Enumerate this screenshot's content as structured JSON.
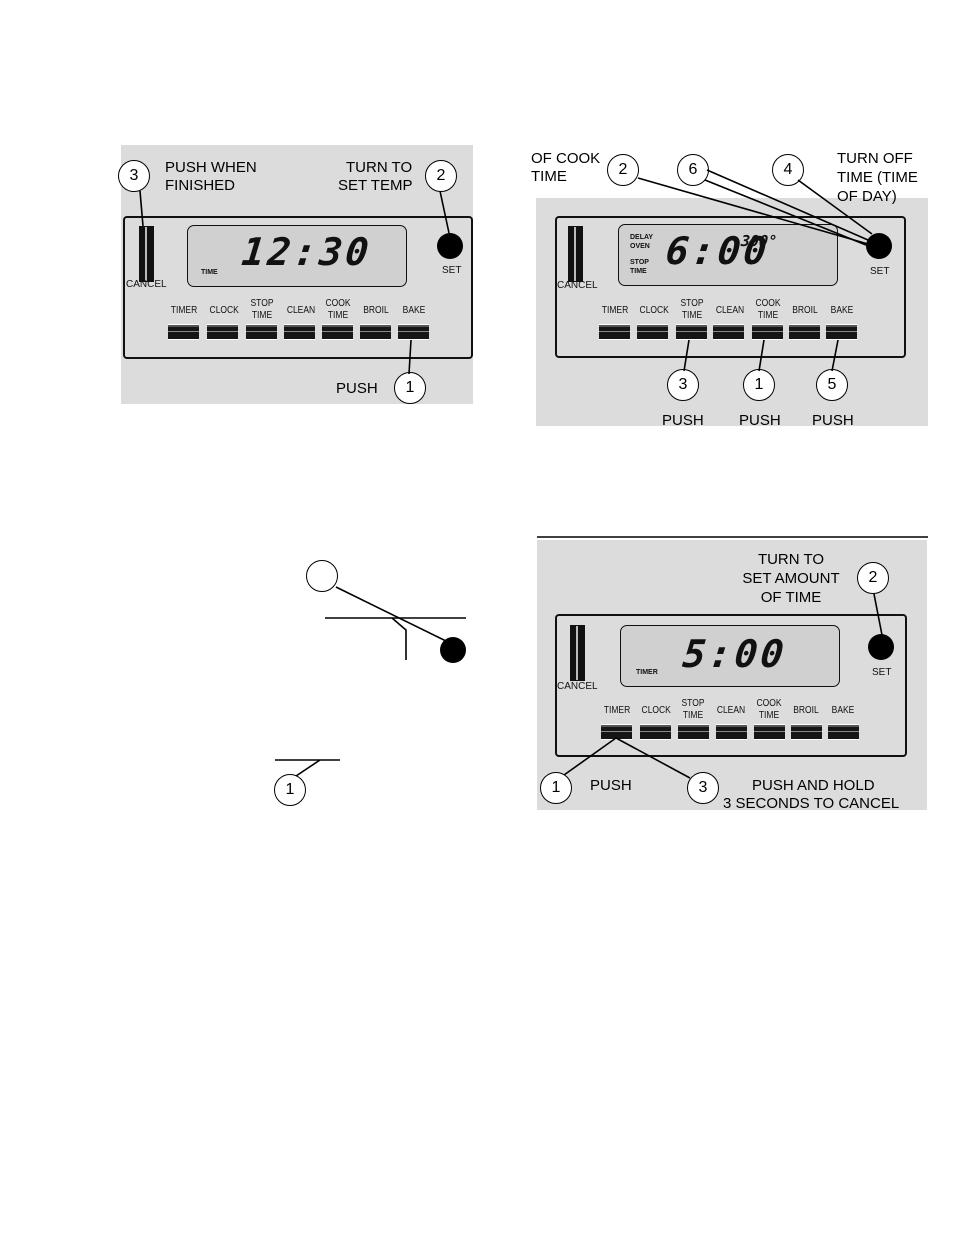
{
  "console_labels": {
    "cancel": "CANCEL",
    "set": "SET",
    "keys": [
      {
        "line1": "TIMER",
        "line2": ""
      },
      {
        "line1": "CLOCK",
        "line2": ""
      },
      {
        "line1": "STOP",
        "line2": "TIME"
      },
      {
        "line1": "CLEAN",
        "line2": ""
      },
      {
        "line1": "COOK",
        "line2": "TIME"
      },
      {
        "line1": "BROIL",
        "line2": ""
      },
      {
        "line1": "BAKE",
        "line2": ""
      }
    ]
  },
  "panel_bake": {
    "display_time": "12:30",
    "display_indicator": "TIME",
    "callout_3": "3",
    "callout_3_text_1": "PUSH WHEN",
    "callout_3_text_2": "FINISHED",
    "callout_2": "2",
    "callout_2_text_1": "TURN TO",
    "callout_2_text_2": "SET TEMP",
    "callout_1": "1",
    "callout_1_text": "PUSH"
  },
  "panel_delay": {
    "display_time": "6:00",
    "display_temp": "300°",
    "indicator_1": "DELAY",
    "indicator_2": "OVEN",
    "indicator_3": "STOP",
    "indicator_4": "TIME",
    "text_left_1": "OF COOK",
    "text_left_2": "TIME",
    "callout_2": "2",
    "callout_6": "6",
    "callout_4": "4",
    "text_right_1": "TURN OFF",
    "text_right_2": "TIME (TIME",
    "text_right_3": "OF DAY)",
    "callout_3": "3",
    "callout_1": "1",
    "callout_5": "5",
    "push_1": "PUSH",
    "push_2": "PUSH",
    "push_3": "PUSH"
  },
  "panel_partial": {
    "callout_1": "1"
  },
  "panel_timer": {
    "display_time": "5:00",
    "display_indicator": "TIMER",
    "top_text_1": "TURN TO",
    "top_text_2": "SET AMOUNT",
    "top_text_3": "OF TIME",
    "callout_2": "2",
    "callout_1": "1",
    "callout_1_text": "PUSH",
    "callout_3": "3",
    "callout_3_text_1": "PUSH AND HOLD",
    "callout_3_text_2": "3 SECONDS TO CANCEL"
  }
}
